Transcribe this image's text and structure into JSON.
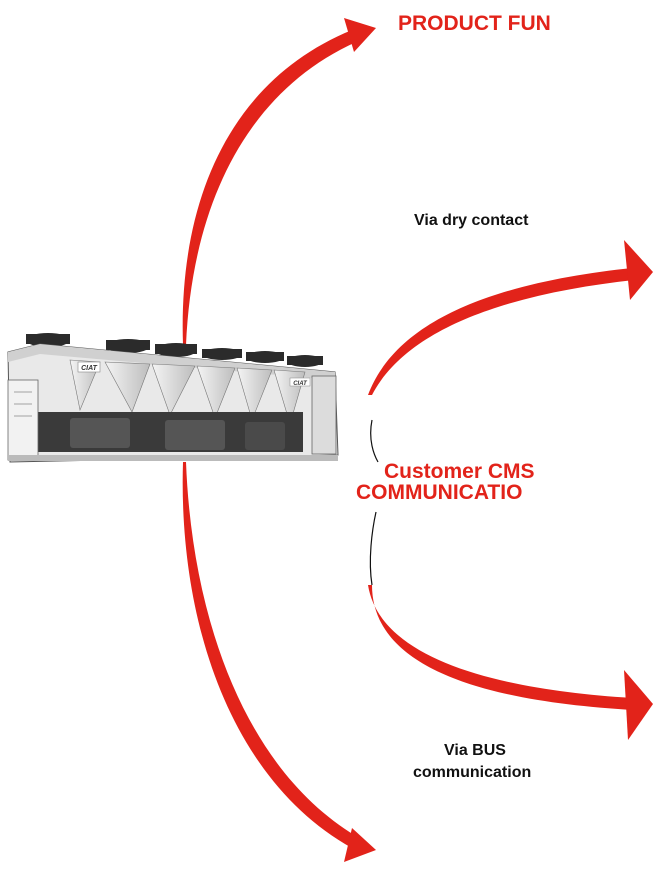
{
  "labels": {
    "product_functions": "PRODUCT FUN",
    "dry_contact": "Via dry contact",
    "customer_cms_line1": "Customer CMS",
    "customer_cms_line2": "COMMUNICATIO",
    "bus_line1": "Via BUS",
    "bus_line2": "communication"
  },
  "product": {
    "brand_mark": "CIAT"
  },
  "colors": {
    "arrow": "#e2231a",
    "title": "#e2231a",
    "text": "#111111"
  }
}
